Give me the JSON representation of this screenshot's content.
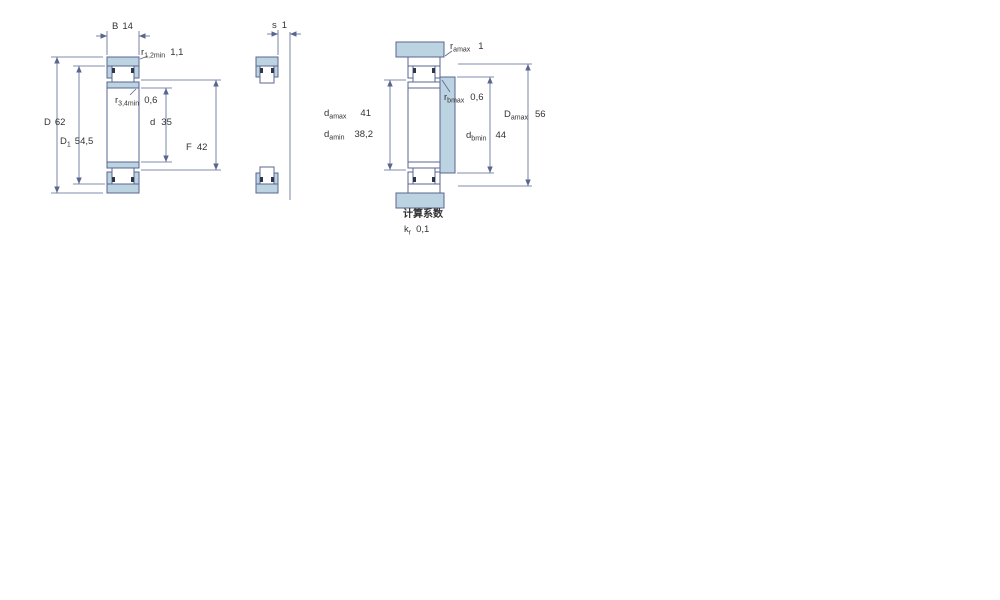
{
  "dims": {
    "B": {
      "base": "B",
      "value": "14"
    },
    "r12": {
      "base": "r",
      "sub": "1,2min",
      "value": "1,1"
    },
    "r34": {
      "base": "r",
      "sub": "3,4min",
      "value": "0,6"
    },
    "d": {
      "base": "d",
      "value": "35"
    },
    "D": {
      "base": "D",
      "value": "62"
    },
    "D1": {
      "base": "D",
      "sub": "1",
      "value": "54,5"
    },
    "F": {
      "base": "F",
      "value": "42"
    },
    "s": {
      "base": "s",
      "value": "1"
    },
    "ramax": {
      "base": "r",
      "sub": "amax",
      "value": "1"
    },
    "rbmax": {
      "base": "r",
      "sub": "bmax",
      "value": "0,6"
    },
    "damax": {
      "base": "d",
      "sub": "amax",
      "value": "41"
    },
    "damin": {
      "base": "d",
      "sub": "amin",
      "value": "38,2"
    },
    "dbmin": {
      "base": "d",
      "sub": "bmin",
      "value": "44"
    },
    "Damax": {
      "base": "D",
      "sub": "amax",
      "value": "56"
    }
  },
  "calculation_factors": {
    "heading": "计算系数",
    "kr": {
      "base": "k",
      "sub": "r",
      "value": "0,1"
    }
  },
  "colors": {
    "line": "#5a6690",
    "fill": "#bcd3e2",
    "dark": "#30364a",
    "text": "#333333",
    "background": "#ffffff"
  }
}
